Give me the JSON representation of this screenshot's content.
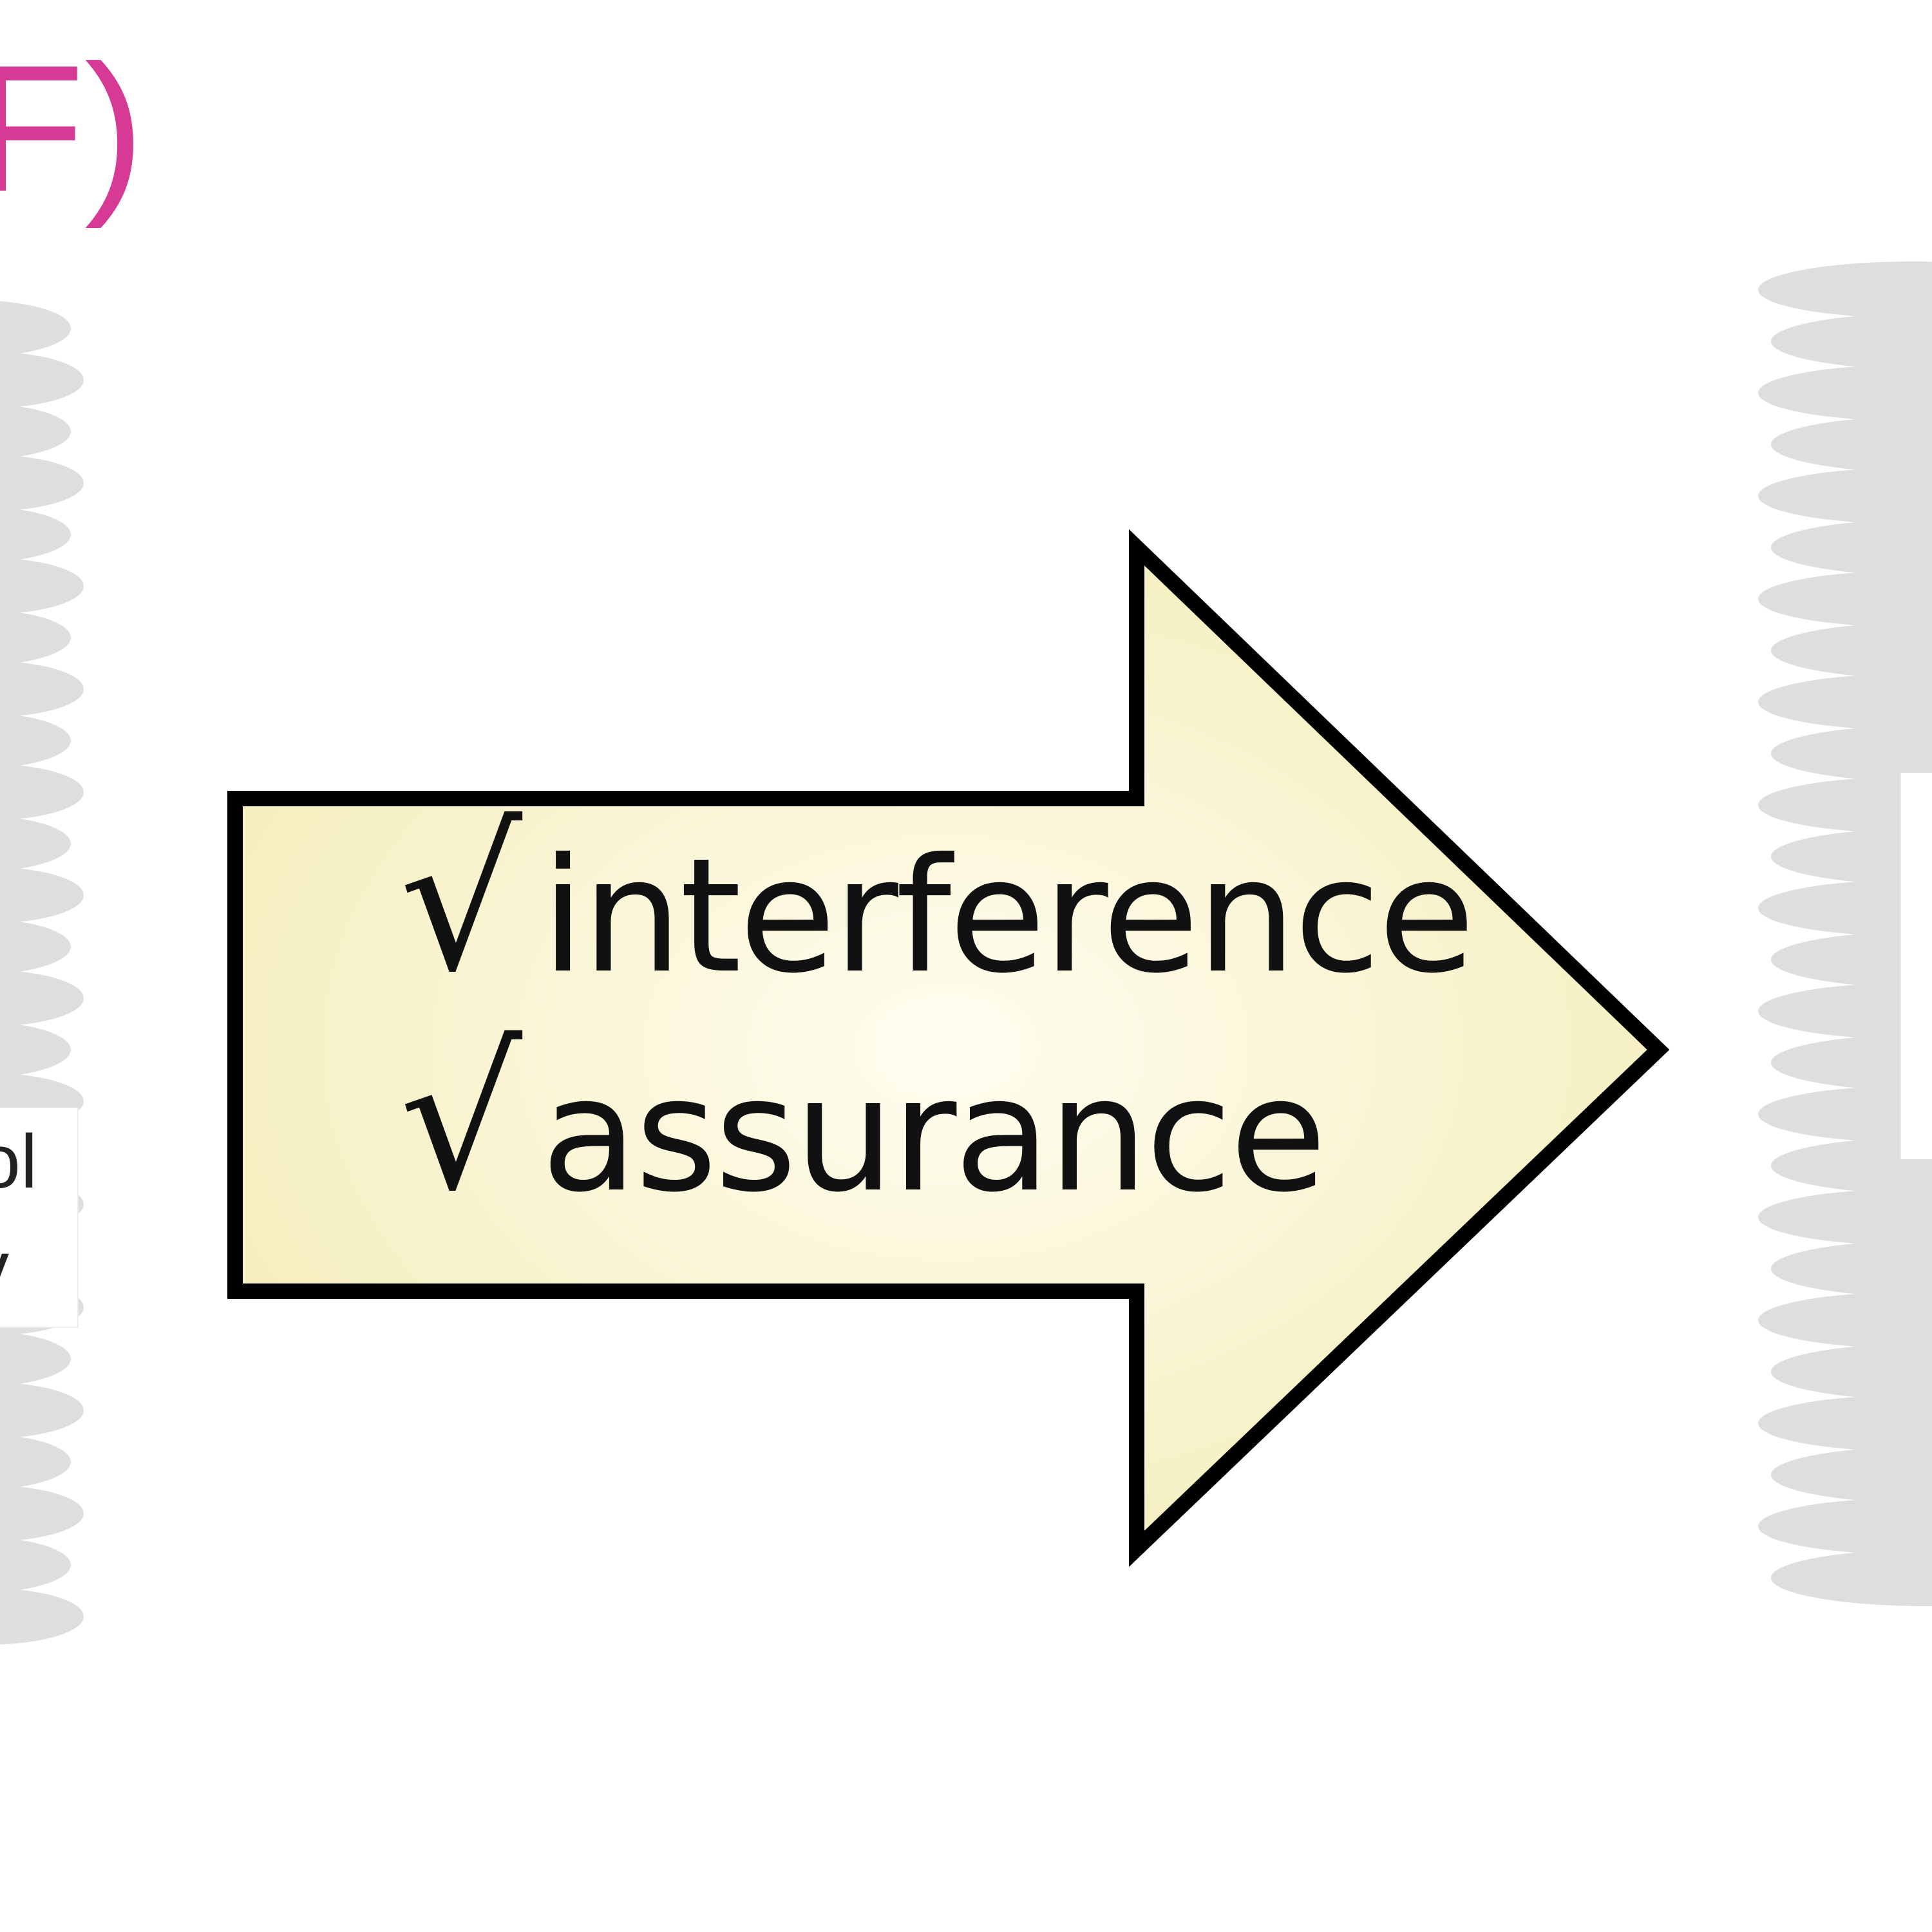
{
  "top_left_fragment": "F)",
  "left_label": {
    "line1": "iol",
    "line2": "y"
  },
  "arrow": {
    "items": [
      {
        "check": "√",
        "label": "interference"
      },
      {
        "check": "√",
        "label": "assurance"
      }
    ]
  },
  "colors": {
    "arrow_fill": "#f5efbe",
    "arrow_center": "#fffcec",
    "arrow_stroke": "#000000",
    "stack_gray": "#d9d9d9",
    "heading_pink": "#d63a95"
  }
}
